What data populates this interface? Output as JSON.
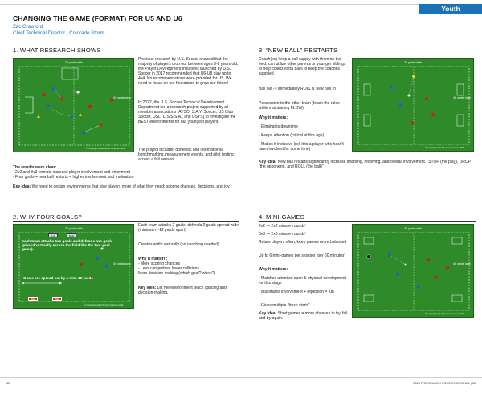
{
  "header": {
    "tab_label": "Youth",
    "title": "CHANGING THE GAME (FORMAT) FOR U5 AND U6",
    "author": "Zac Crawford",
    "author_role": "Chief Technical Director | Colorado Storm"
  },
  "section1": {
    "heading": "1. WHAT RESEARCH SHOWS",
    "diagram": {
      "width_label": "30 yards wide",
      "length_label": "40 yards long",
      "copyright": "© Copyright United Soccer Coaches 2019"
    },
    "p1": "Previous research by U.S. Soccer showed that the majority of players drop out between ages 6-8 years old; the Player Development Initiatives launched by U.S. Soccer in 2017 recommended that U6-U8 play up to 4v4. No recommendations were provided for U5. We need to focus on our foundation to grow our future!",
    "p2": "In 2022, the U.S. Soccer Technical Development Department led a research project supported by all member associations (AYSO, S.A.Y. Soccer, US Club Soccer, USL, U.S.S.S.A., and USYS) to investigate the BEST environments for our youngest players.",
    "p3": "The project included domestic and international benchmarking, measurement events, and pilot testing across a full season.",
    "results_label": "The results were clear:",
    "result1": "- 2v2 and 3v3 formats increase player involvement and enjoyment",
    "result2": "- Four goals + new ball restarts = higher involvement and motivation",
    "key_label": "Key Idea:",
    "key_text": " We need to design environments that give players more of what they need: scoring chances, decisions, and joy."
  },
  "section2": {
    "heading": "2. WHY FOUR GOALS?",
    "diagram": {
      "width_label": "30 yards wide",
      "length_label": "40 yards long",
      "caption": "Each team attacks two goals and defends two goals (placed vertically across the field like the two-goal game).",
      "spread_label": "Goals are spread out by a min. 12 yards",
      "box_blue1": "BLUE",
      "box_blue2": "BLUE",
      "box_red1": "RED",
      "box_red2": "RED",
      "copyright": "© Copyright United Soccer Coaches 2019"
    },
    "p1": "Each team attacks 2 goals, defends 2 goals spread wide (minimum ~12 yards apart)",
    "p2": "Creates width naturally (no coaching needed)",
    "why_label": "Why it matters:",
    "why1": "- More scoring chances",
    "why2": "- Less congestion, fewer collisions",
    "why3": "  More decision-making (which goal? when?)",
    "key_label": "Key Idea:",
    "key_text": " Let the environment teach spacing and decision-making."
  },
  "section3": {
    "heading": "3. “NEW BALL” RESTARTS",
    "diagram": {
      "width_label": "30 yards wide",
      "length_label": "40 yards long",
      "copyright": "© Copyright United Soccer Coaches 2019"
    },
    "p1": "Coach(es) keep a ball supply with them on the field; can utilize other parents or younger siblings to help collect extra balls to keep the coaches supplied",
    "p2": "Ball out -> immediately ROLL a 'new ball' in",
    "p3": "Possession to the other team (teach the rules while maintaining FLOW)",
    "why_label": "Why it matters:",
    "why1": "- Eliminates downtime",
    "why2": "- Keeps attention (critical at this age)",
    "why3": "- Makes it inclusive (roll it to a player who hasn't been involved for some time)",
    "key_label": "Key Idea:",
    "key_text": " New ball restarts significantly increase dribbling, receiving, and overall involvement. “STOP (the play), DROP (the opponent), and ROLL (the ball)”"
  },
  "section4": {
    "heading": "4. MINI-GAMES",
    "diagram": {
      "width_label": "30 yards wide",
      "length_label": "40 yards long",
      "copyright": "© Copyright United Soccer Coaches 2019"
    },
    "p1": "2v2 -> 2x2 minute 'rounds'",
    "p2": "3v3 -> 2x3 minute 'rounds'",
    "p3": "Rotate players often; keep games more balanced",
    "p4": "Up to 6 mini-games per session (per 60 minutes)",
    "why_label": "Why it matters:",
    "why1": "- Matches attention span & physical development for this stage",
    "why2": "- Maximizes involvement + repetition = fun",
    "why3": "- Gives multiple “fresh starts”",
    "key_label": "Key Idea:",
    "key_text": " Short games = more chances to try, fail, and try again."
  },
  "footer": {
    "page_left": "32",
    "page_right": "2026 PRE-SEASON SOCCER JOURNAL | 33"
  }
}
